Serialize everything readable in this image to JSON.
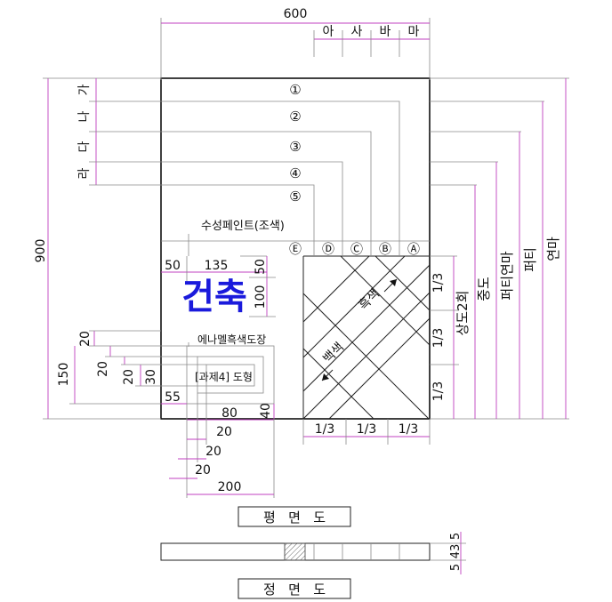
{
  "drawing": {
    "top_width": "600",
    "overall_height": "900",
    "top_letters": [
      "아",
      "사",
      "바",
      "마"
    ],
    "left_letters": [
      "가",
      "나",
      "다",
      "라"
    ],
    "circled_numbers": [
      "①",
      "②",
      "③",
      "④",
      "⑤"
    ],
    "circled_letters": [
      "Ⓔ",
      "Ⓓ",
      "Ⓒ",
      "Ⓑ",
      "Ⓐ"
    ],
    "paint_label": "수성페인트(조색)",
    "enamel_label": "에나멜흑색도장",
    "assignment_label": "[과제4] 도형",
    "logo_text": "건축",
    "right_labels": [
      "상도2회",
      "중도",
      "퍼티연마",
      "퍼티",
      "연마"
    ],
    "diag_black": "흑색",
    "diag_white": "백색",
    "thirds": [
      "1/3",
      "1/3",
      "1/3"
    ],
    "thirds_right": [
      "1/3",
      "1/3",
      "1/3"
    ],
    "dims": {
      "d50a": "50",
      "d135": "135",
      "d50b": "50",
      "d100": "100",
      "d20a": "20",
      "d20b": "20",
      "d20c": "20",
      "d30": "30",
      "d150": "150",
      "d55": "55",
      "d80": "80",
      "d40": "40",
      "d20d": "20",
      "d20e": "20",
      "d20f": "20",
      "d200": "200",
      "d5a": "5",
      "d43": "43",
      "d5b": "5"
    },
    "plan_title": "평   면   도",
    "elev_title": "정   면   도"
  },
  "colors": {
    "dimension": "#c040c0",
    "logo": "#1a1adc",
    "line": "#111111"
  }
}
